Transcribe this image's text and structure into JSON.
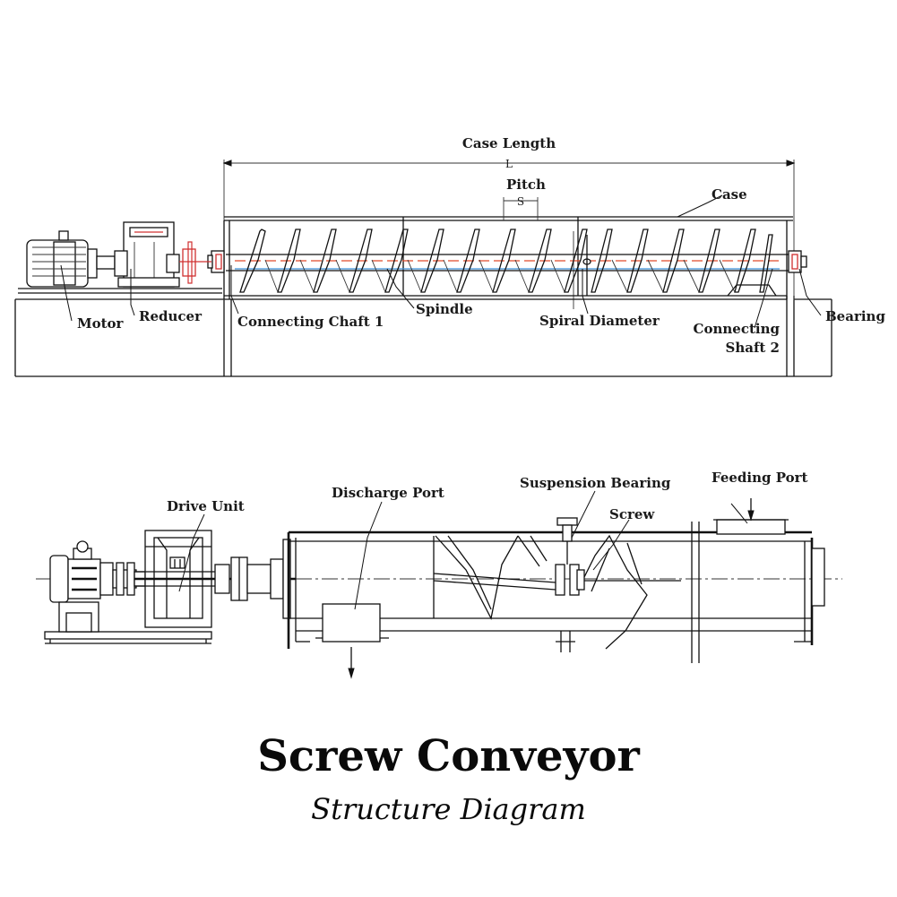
{
  "title": "Screw Conveyor",
  "subtitle": "Structure Diagram",
  "top_diagram": {
    "case_length": "Case Length",
    "length_symbol": "L",
    "pitch": "Pitch",
    "pitch_symbol": "S",
    "case": "Case",
    "motor": "Motor",
    "reducer": "Reducer",
    "connecting_chaft_1": "Connecting Chaft 1",
    "spindle": "Spindle",
    "spiral_diameter": "Spiral Diameter",
    "connecting_shaft_2_line1": "Connecting",
    "connecting_shaft_2_line2": "Shaft 2",
    "bearing": "Bearing"
  },
  "bottom_diagram": {
    "drive_unit": "Drive Unit",
    "discharge_port": "Discharge Port",
    "suspension_bearing": "Suspension Bearing",
    "screw": "Screw",
    "feeding_port": "Feeding Port"
  },
  "colors": {
    "line": "#111111",
    "shaft_center_line": "#e04a2a",
    "shaft_edge_line": "#3a8fd8",
    "reducer_accent": "#d03030"
  }
}
